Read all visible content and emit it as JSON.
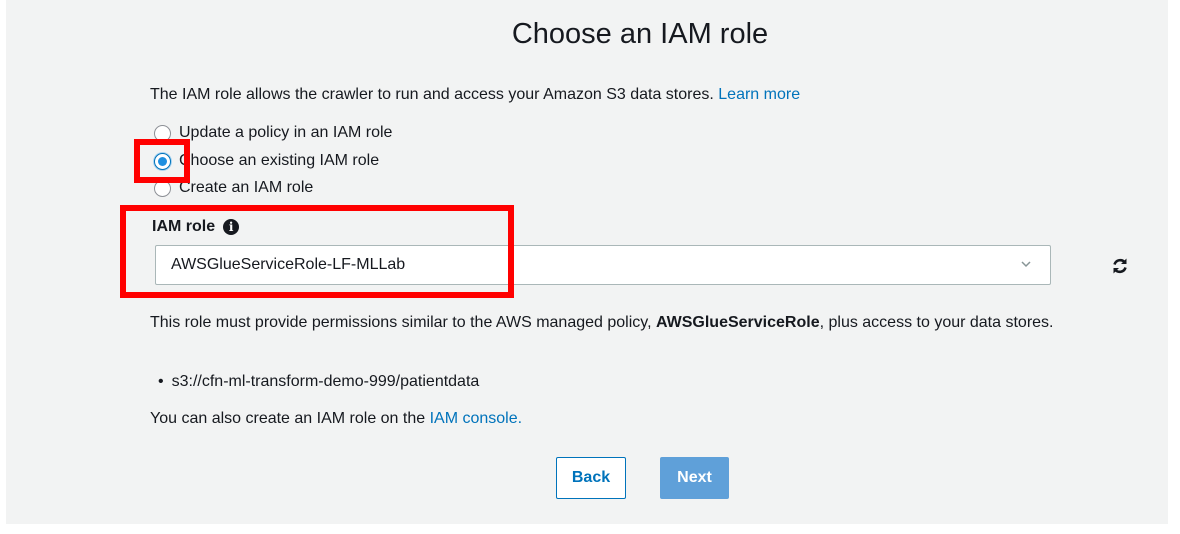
{
  "page": {
    "title": "Choose an IAM role",
    "intro": "The IAM role allows the crawler to run and access your Amazon S3 data stores. ",
    "learn_more": "Learn more"
  },
  "role_options": [
    {
      "label": "Update a policy in an IAM role",
      "checked": false
    },
    {
      "label": "Choose an existing IAM role",
      "checked": true
    },
    {
      "label": "Create an IAM role",
      "checked": false
    }
  ],
  "iam_role": {
    "label": "IAM role",
    "info_icon": "i",
    "selected": "AWSGlueServiceRole-LF-MLLab",
    "icons": {
      "dropdown": "chevron-down-icon",
      "refresh": "refresh-icon"
    }
  },
  "help": {
    "prefix": "This role must provide permissions similar to the AWS managed policy, ",
    "policy": "AWSGlueServiceRole",
    "suffix": ", plus access to your data stores.",
    "data_store": "s3://cfn-ml-transform-demo-999/patientdata",
    "console_prefix": "You can also create an IAM role on the ",
    "console_link": "IAM console."
  },
  "buttons": {
    "back": "Back",
    "next": "Next"
  },
  "colors": {
    "link": "#0073bb",
    "primary": "#5fa0d9",
    "annotation": "#ff0000"
  }
}
